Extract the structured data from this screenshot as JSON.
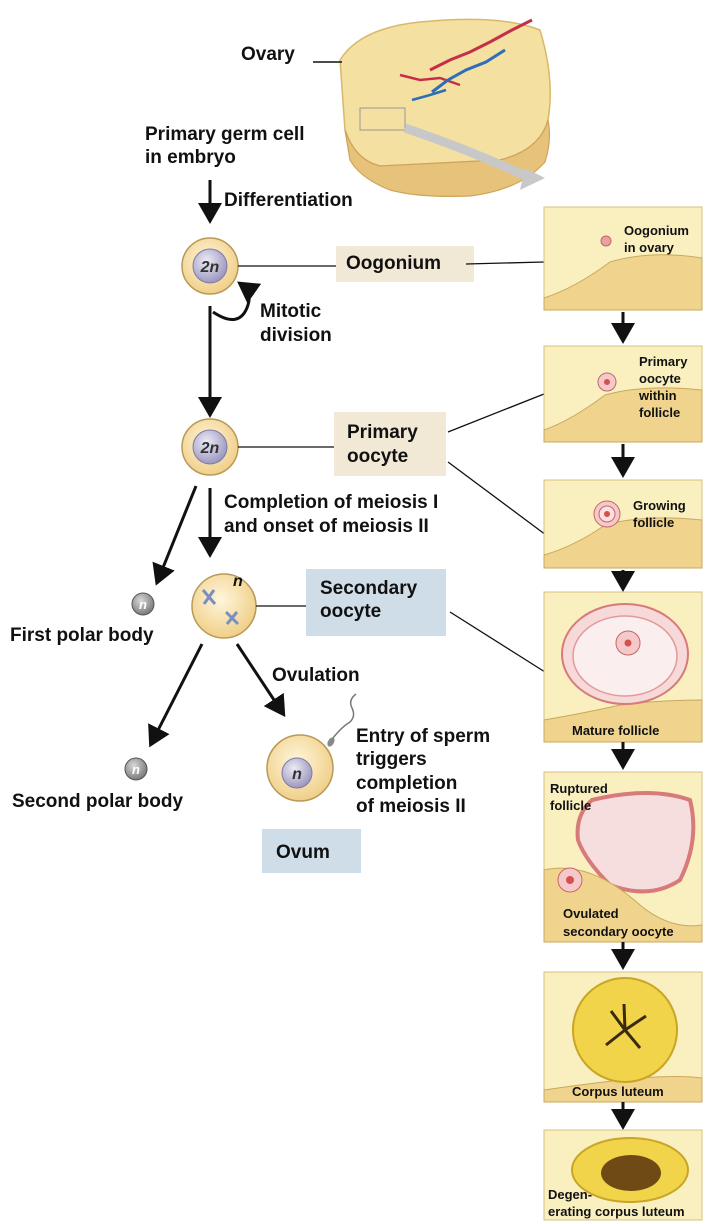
{
  "labels": {
    "ovary": "Ovary",
    "primary_germ_cell": [
      "Primary germ cell",
      "in embryo"
    ],
    "differentiation": "Differentiation",
    "mitotic_division": [
      "Mitotic",
      "division"
    ],
    "completion_meiosis": [
      "Completion of meiosis I",
      "and onset of meiosis II"
    ],
    "ovulation": "Ovulation",
    "first_polar_body": "First polar body",
    "second_polar_body": "Second polar body",
    "sperm_entry": [
      "Entry of sperm",
      "triggers",
      "completion",
      "of meiosis II"
    ]
  },
  "stage_boxes": {
    "oogonium": "Oogonium",
    "primary_oocyte": [
      "Primary",
      "oocyte"
    ],
    "secondary_oocyte": [
      "Secondary",
      "oocyte"
    ],
    "ovum": "Ovum"
  },
  "cell_labels": {
    "oogonium": "2n",
    "primary_oocyte": "2n",
    "secondary_oocyte": "n",
    "first_polar_body": "n",
    "second_polar_body": "n",
    "ovum": "n"
  },
  "panels": {
    "p1": [
      "Oogonium",
      "in ovary"
    ],
    "p2": [
      "Primary",
      "oocyte",
      "within",
      "follicle"
    ],
    "p3": [
      "Growing",
      "follicle"
    ],
    "p4": "Mature follicle",
    "p5_top": [
      "Ruptured",
      "follicle"
    ],
    "p5_bottom": [
      "Ovulated",
      "secondary oocyte"
    ],
    "p6": "Corpus luteum",
    "p7": [
      "Degen-",
      "erating corpus luteum"
    ]
  },
  "colors": {
    "tissue": "#f7eaaa",
    "tissue_dark": "#e3c97a",
    "beige_box": "#f1e8d6",
    "blue_box": "#cfdde9",
    "cell_fill": "#fbe8bb",
    "nucleus": "#c9c6dc",
    "follicle_pink": "#e9a0a0",
    "corpus_yellow": "#f0d040"
  }
}
